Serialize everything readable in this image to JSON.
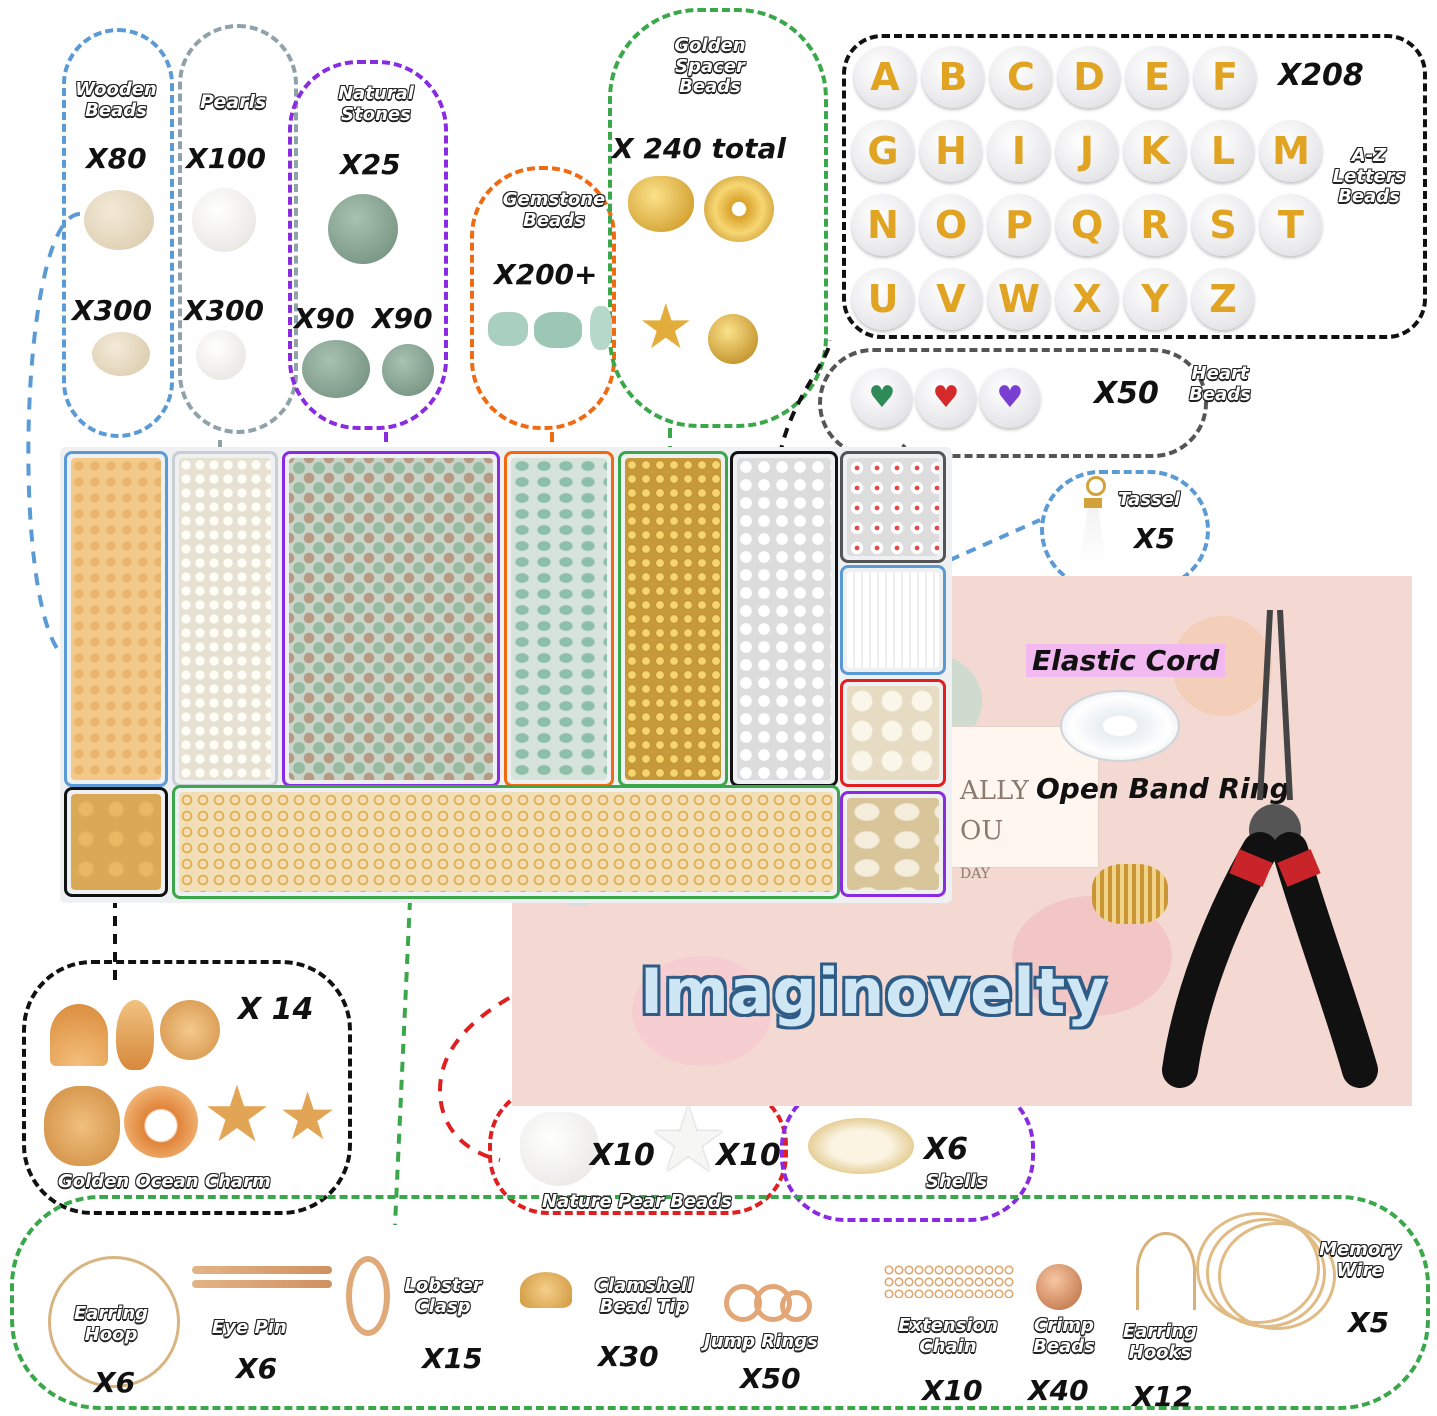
{
  "labels": {
    "wooden_beads": "Wooden Beads",
    "pearls": "Pearls",
    "natural_stones": "Natural Stones",
    "gemstone_beads": "Gemstone Beads",
    "golden_spacer": "Golden Spacer Beads",
    "az_letters": "A-Z Letters Beads",
    "heart_beads": "Heart Beads",
    "tassel": "Tassel",
    "golden_ocean_charm": "Golden Ocean Charm",
    "nature_pearl_beads": "Nature Pear Beads",
    "shells": "Shells",
    "earring_hoop": "Earring Hoop",
    "eye_pin": "Eye Pin",
    "lobster_clasp": "Lobster Clasp",
    "clamshell": "Clamshell Bead Tip",
    "jump_rings": "Jump Rings",
    "extension_chain": "Extension Chain",
    "crimp_beads": "Crimp Beads",
    "earring_hooks": "Earring Hooks",
    "memory_wire": "Memory Wire",
    "elastic_cord": "Elastic Cord",
    "open_band_ring": "Open Band Ring",
    "brand": "Imaginovelty",
    "box_partial_text_1": "ALLY",
    "box_partial_text_2": "OU",
    "box_partial_text_3": "DAY"
  },
  "quantities": {
    "wooden_large": "X80",
    "wooden_small": "X300",
    "pearls_large": "X100",
    "pearls_small": "X300",
    "stones_large": "X25",
    "stones_a": "X90",
    "stones_b": "X90",
    "gemstone": "X200+",
    "golden_spacer": "X 240 total",
    "letters": "X208",
    "heart": "X50",
    "tassel": "X5",
    "ocean_charm": "X 14",
    "pearl_heart": "X10",
    "pearl_star": "X10",
    "shells": "X6",
    "earring_hoop": "X6",
    "eye_pin": "X6",
    "lobster_clasp": "X15",
    "clamshell": "X30",
    "jump_rings": "X50",
    "extension_chain": "X10",
    "crimp_beads": "X40",
    "earring_hooks": "X12",
    "memory_wire": "X5"
  },
  "letters": [
    "A",
    "B",
    "C",
    "D",
    "E",
    "F",
    "G",
    "H",
    "I",
    "J",
    "K",
    "L",
    "M",
    "N",
    "O",
    "P",
    "Q",
    "R",
    "S",
    "T",
    "U",
    "V",
    "W",
    "X",
    "Y",
    "Z"
  ],
  "colors": {
    "blue": "#5b9bd5",
    "gray": "#8fa2aa",
    "purple": "#8a2be2",
    "orange": "#f06a12",
    "green": "#3aa84a",
    "black": "#111111",
    "red": "#e02020",
    "gold": "#e0a322"
  }
}
